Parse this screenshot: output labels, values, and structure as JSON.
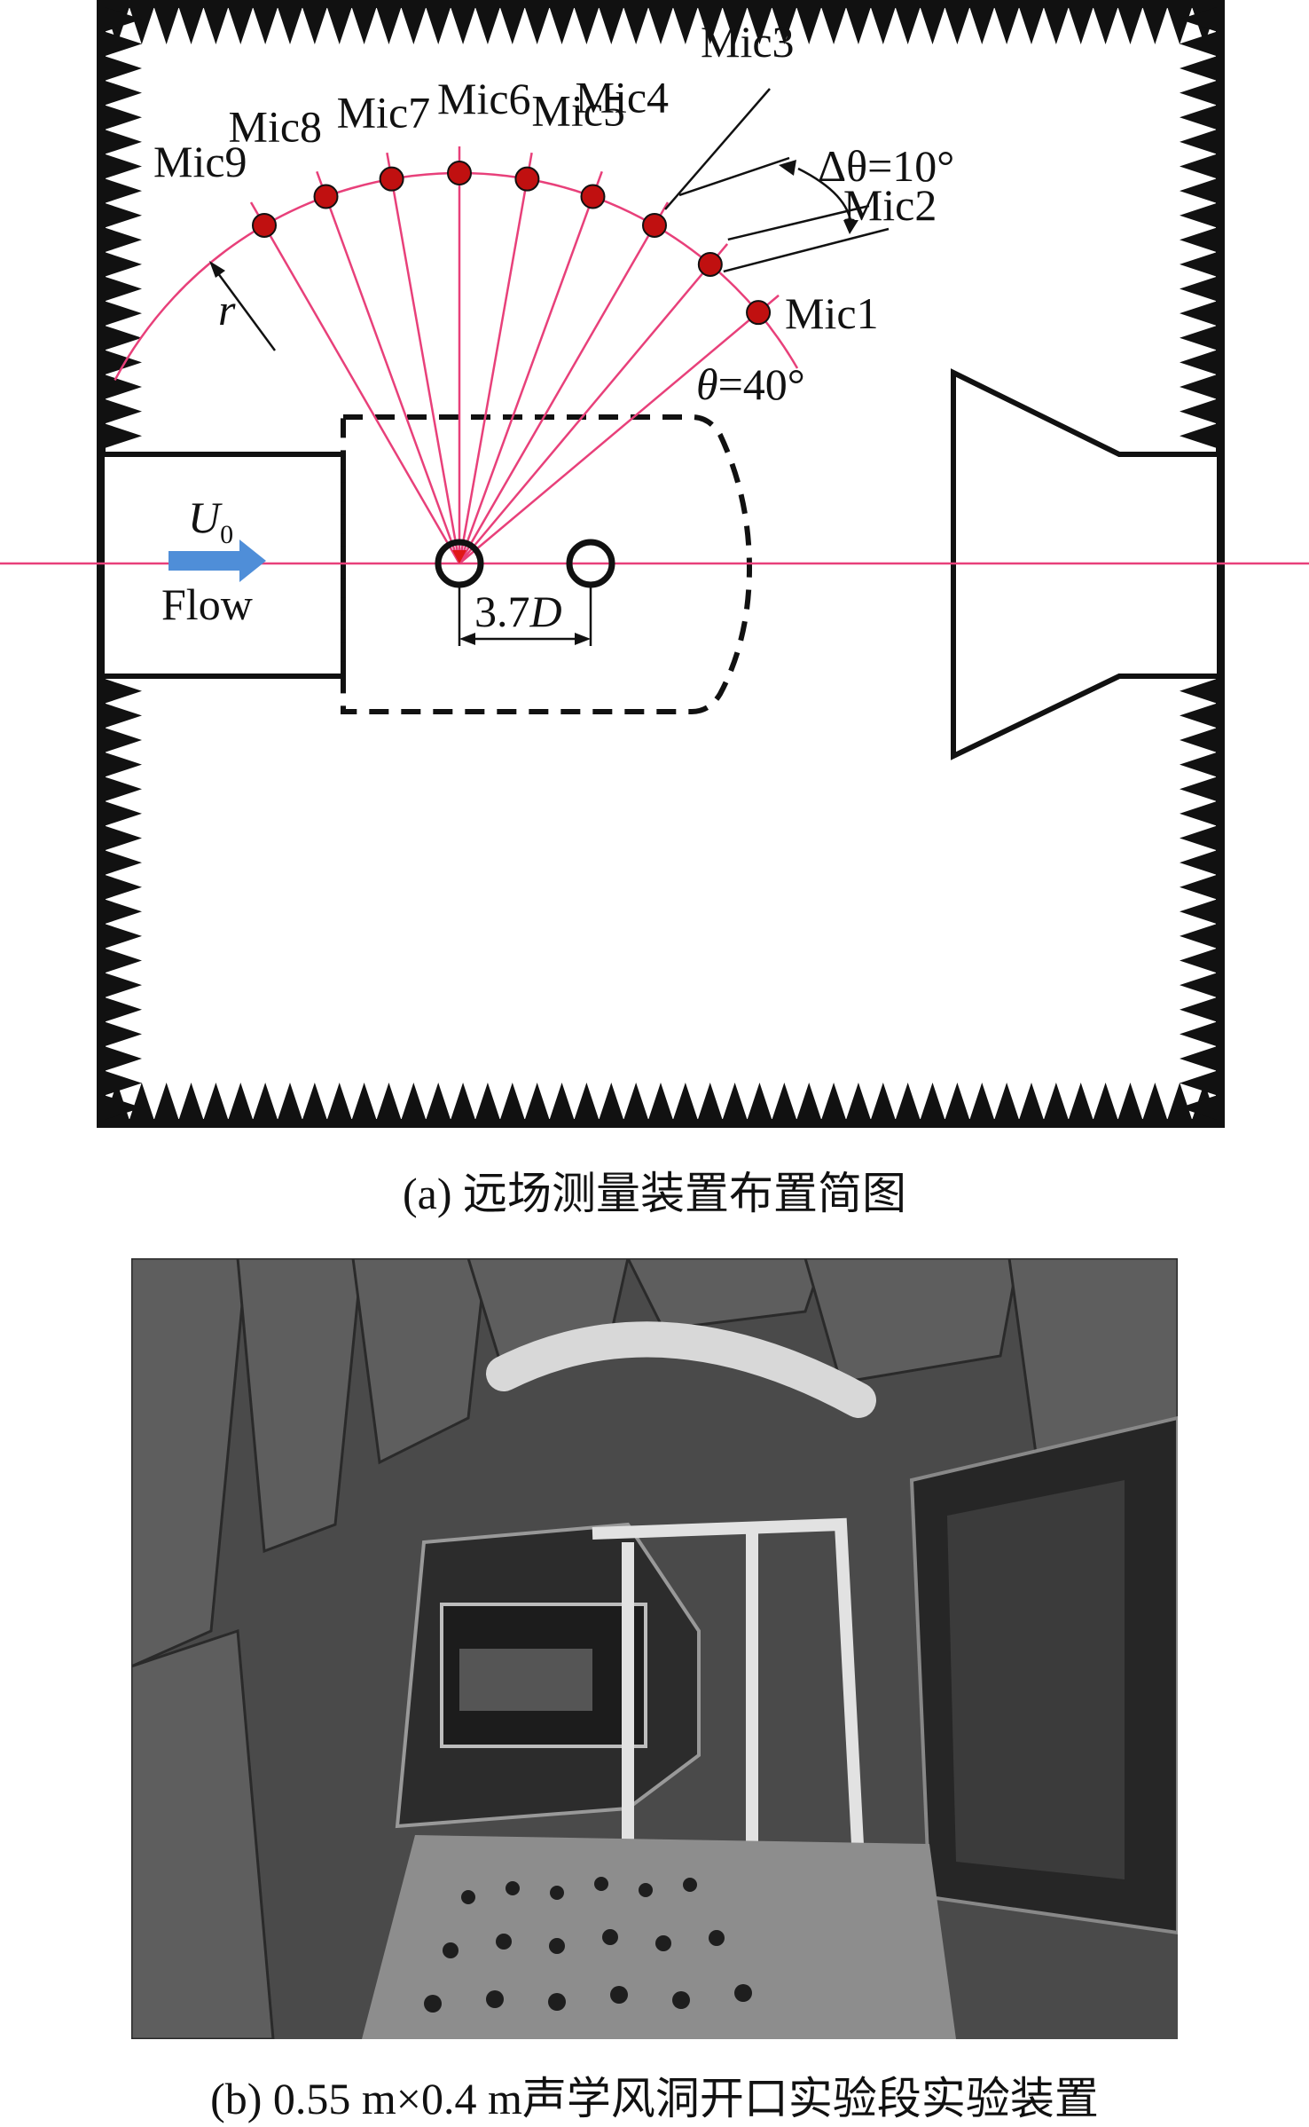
{
  "panel_a": {
    "caption": "(a) 远场测量装置布置简图",
    "microphones": [
      {
        "label": "Mic1"
      },
      {
        "label": "Mic2"
      },
      {
        "label": "Mic3"
      },
      {
        "label": "Mic4"
      },
      {
        "label": "Mic5"
      },
      {
        "label": "Mic6"
      },
      {
        "label": "Mic7"
      },
      {
        "label": "Mic8"
      },
      {
        "label": "Mic9"
      }
    ],
    "delta_theta": {
      "symbol": "Δθ",
      "value": "=10°"
    },
    "theta": {
      "symbol": "θ",
      "value": "=40°"
    },
    "radius": {
      "symbol": "r"
    },
    "velocity": {
      "symbol": "U",
      "subscript": "0"
    },
    "flow_label": "Flow",
    "spacing": {
      "value": "3.7",
      "symbol": "D"
    },
    "colors": {
      "line": "#e8407a",
      "mic": "#c01010",
      "frame": "#111111"
    }
  },
  "panel_b": {
    "caption": "(b) 0.55 m×0.4 m声学风洞开口实验段实验装置"
  }
}
